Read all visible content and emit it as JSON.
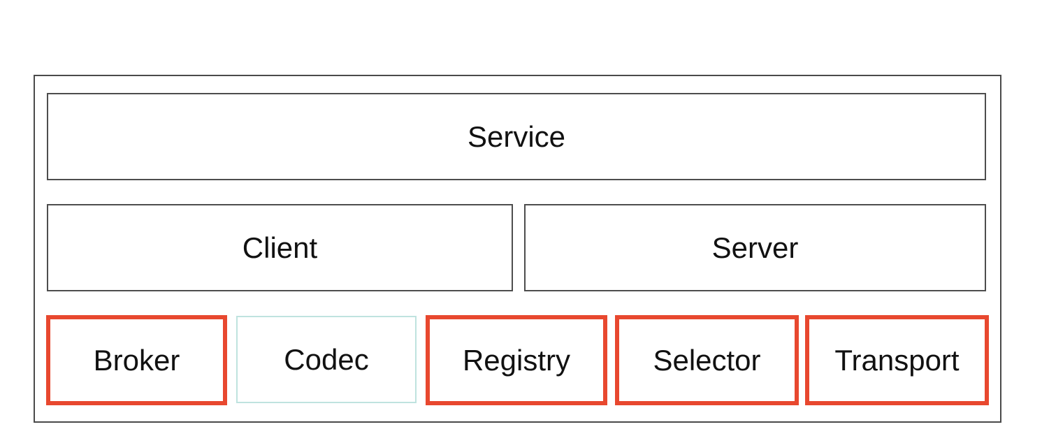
{
  "diagram": {
    "layers": {
      "service": "Service",
      "client": "Client",
      "server": "Server",
      "components": [
        {
          "label": "Broker",
          "highlighted": true
        },
        {
          "label": "Codec",
          "highlighted": false
        },
        {
          "label": "Registry",
          "highlighted": true
        },
        {
          "label": "Selector",
          "highlighted": true
        },
        {
          "label": "Transport",
          "highlighted": true
        }
      ]
    },
    "colors": {
      "highlight_border": "#e8482f",
      "plain_border": "#4d4d4d",
      "codec_border": "#bfe3df"
    }
  }
}
